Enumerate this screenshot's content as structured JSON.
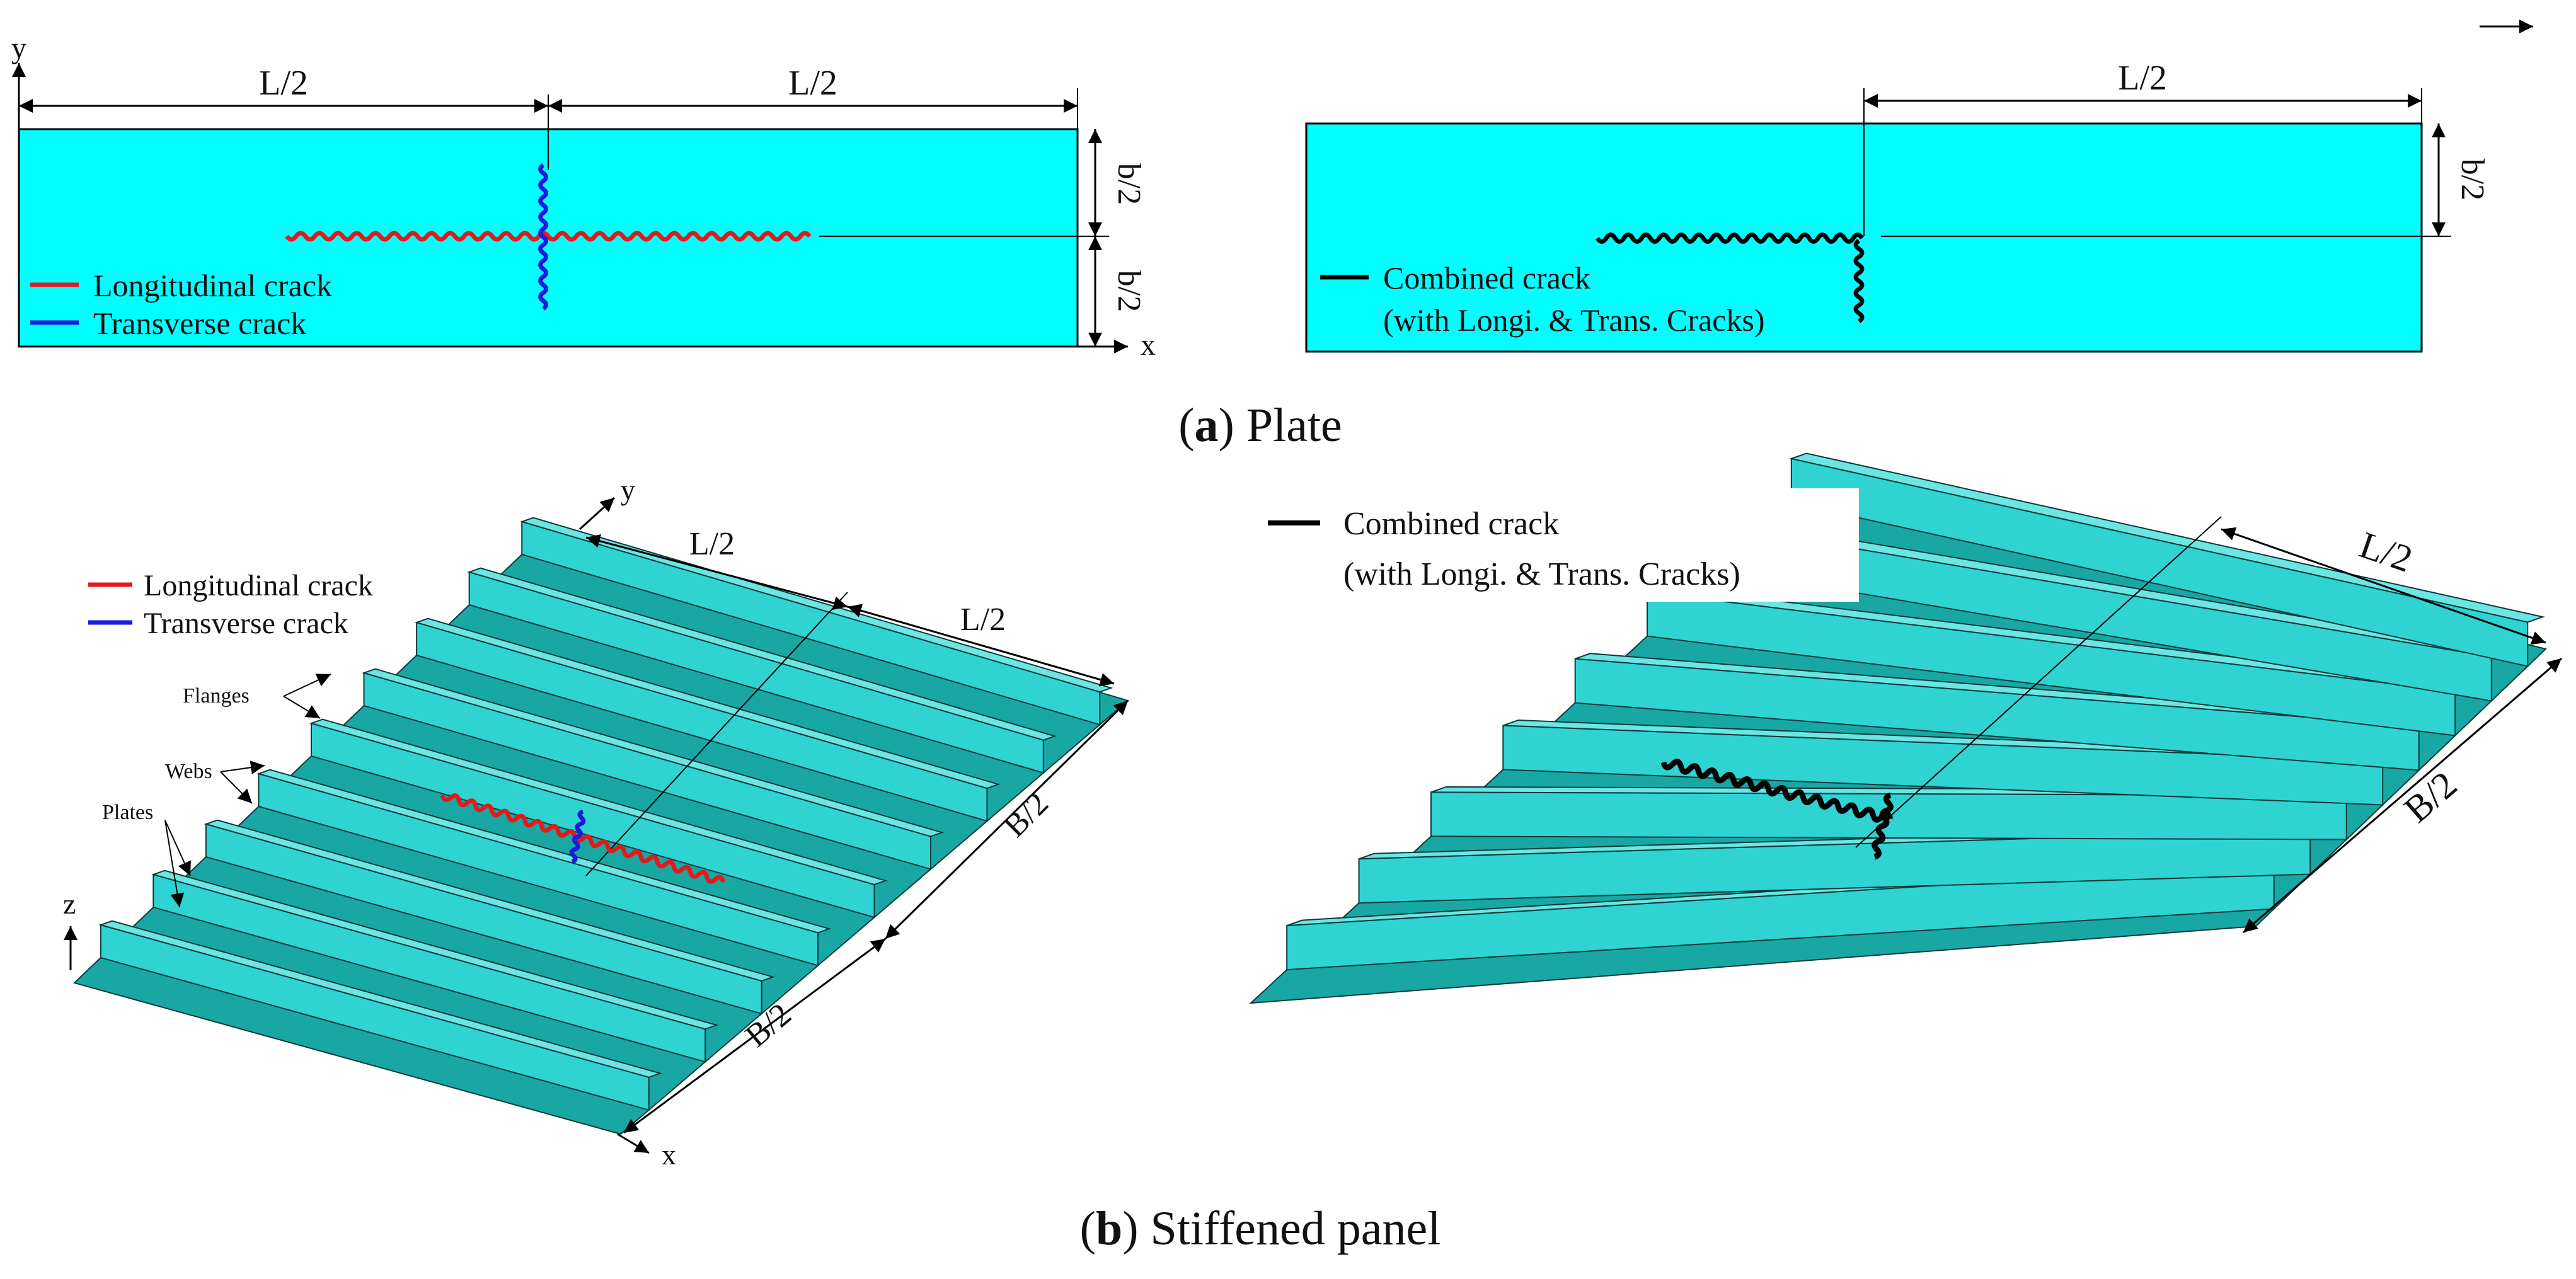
{
  "colors": {
    "plate_fill": "#00FFFF",
    "panel_plate": "#19A7A4",
    "panel_web": "#2FD3D2",
    "panel_flange": "#6BE6E4",
    "longitudinal_crack": "#E41A1A",
    "transverse_crack": "#1A1AE0",
    "combined_crack": "#000000",
    "line": "#000000"
  },
  "captions": {
    "plate": {
      "letter": "a",
      "text": "Plate"
    },
    "stiffened": {
      "letter": "b",
      "text": "Stiffened panel"
    }
  },
  "plate_left": {
    "axis_x": "x",
    "axis_y": "y",
    "dim_left": "L/2",
    "dim_right": "L/2",
    "dim_b_top": "b/2",
    "dim_b_bottom": "b/2",
    "legend": [
      {
        "label": "Longitudinal crack",
        "color_key": "longitudinal_crack"
      },
      {
        "label": "Transverse crack",
        "color_key": "transverse_crack"
      }
    ]
  },
  "plate_right": {
    "dim_length": "L/2",
    "dim_b": "b/2",
    "legend": {
      "label_line1": "Combined crack",
      "label_line2": "(with Longi. & Trans. Cracks)"
    },
    "arrow_icon": "right-arrow-icon"
  },
  "panel_left": {
    "axis_x": "x",
    "axis_y": "y",
    "axis_z": "z",
    "dim_L_top": "L/2",
    "dim_L_mid": "L/2",
    "dim_B_upper": "B/2",
    "dim_B_lower": "B/2",
    "legend": [
      {
        "label": "Longitudinal crack",
        "color_key": "longitudinal_crack"
      },
      {
        "label": "Transverse crack",
        "color_key": "transverse_crack"
      }
    ],
    "callouts": [
      "Flanges",
      "Webs",
      "Plates"
    ]
  },
  "panel_right": {
    "dim_L": "L/2",
    "dim_B": "B/2",
    "legend": {
      "label_line1": "Combined crack",
      "label_line2": "(with Longi. & Trans. Cracks)"
    }
  }
}
